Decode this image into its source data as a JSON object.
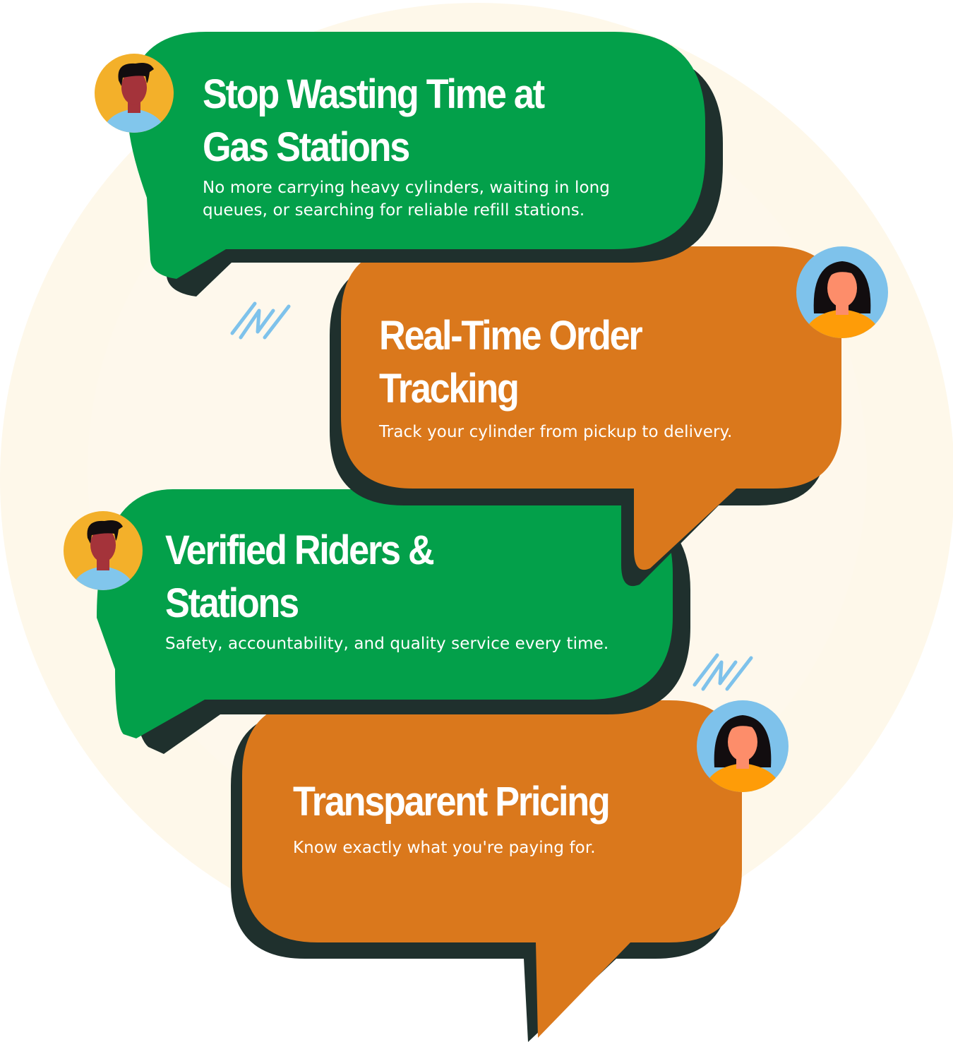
{
  "colors": {
    "background_circle": "#fef8ea",
    "green": "#03a04a",
    "orange": "#da781c",
    "shadow": "#1f302d",
    "accent_blue": "#7ec2eb",
    "avatar_yellow": "#f3b02a",
    "avatar_blue": "#7ec2eb",
    "shirt_blue": "#81c6ec",
    "shirt_orange": "#fe9c08",
    "skin_dark": "#a4333a",
    "skin_light": "#fd8d6a",
    "hair": "#120d0f"
  },
  "cards": [
    {
      "title_lines": [
        "Stop Wasting Time at",
        "Gas Stations"
      ],
      "description_lines": [
        "No more carrying heavy cylinders, waiting in long",
        "queues, or searching for reliable refill stations."
      ],
      "color": "green",
      "avatar": "man-avatar-icon"
    },
    {
      "title_lines": [
        "Real-Time Order",
        "Tracking"
      ],
      "description_lines": [
        "Track your cylinder from pickup to delivery."
      ],
      "color": "orange",
      "avatar": "woman-avatar-icon"
    },
    {
      "title_lines": [
        "Verified Riders &",
        "Stations"
      ],
      "description_lines": [
        "Safety, accountability, and quality service every time."
      ],
      "color": "green",
      "avatar": "man-avatar-icon"
    },
    {
      "title_lines": [
        "Transparent Pricing"
      ],
      "description_lines": [
        "Know exactly what you're paying for."
      ],
      "color": "orange",
      "avatar": "woman-avatar-icon"
    }
  ]
}
